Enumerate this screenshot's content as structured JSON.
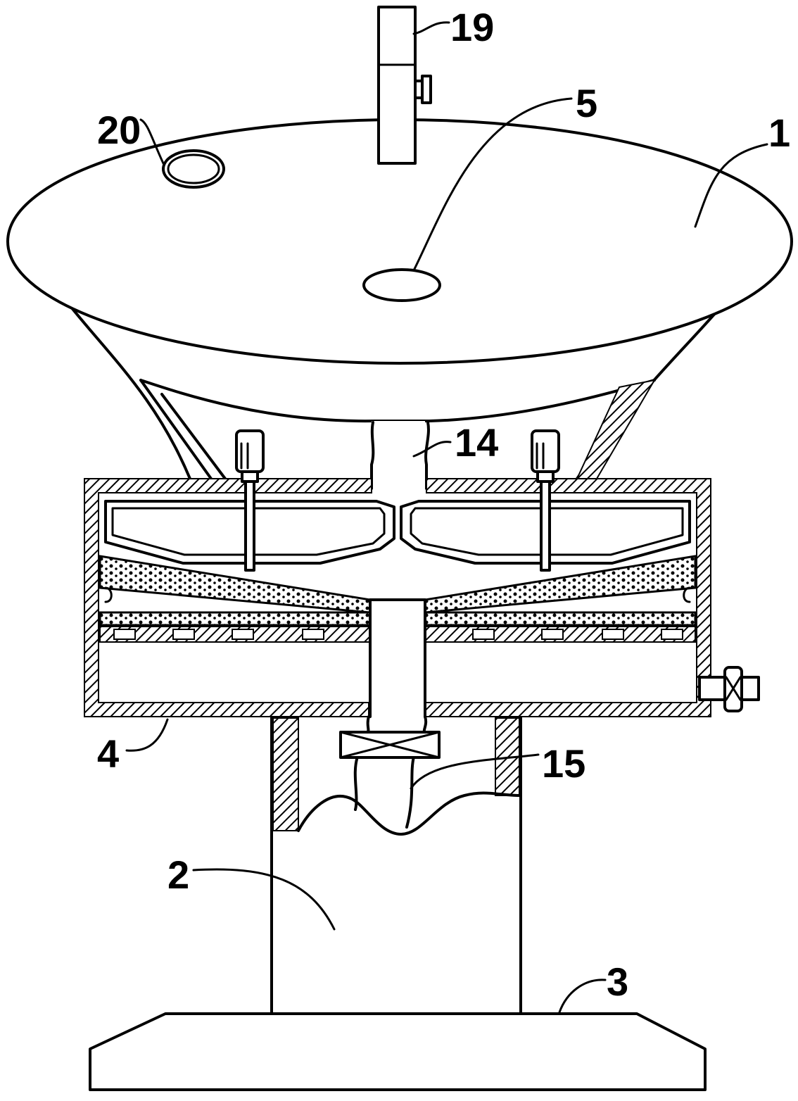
{
  "labels": {
    "l1": "1",
    "l2": "2",
    "l3": "3",
    "l4": "4",
    "l5": "5",
    "l14": "14",
    "l15": "15",
    "l19": "19",
    "l20": "20"
  },
  "colors": {
    "line": "#000000",
    "background": "#ffffff"
  }
}
